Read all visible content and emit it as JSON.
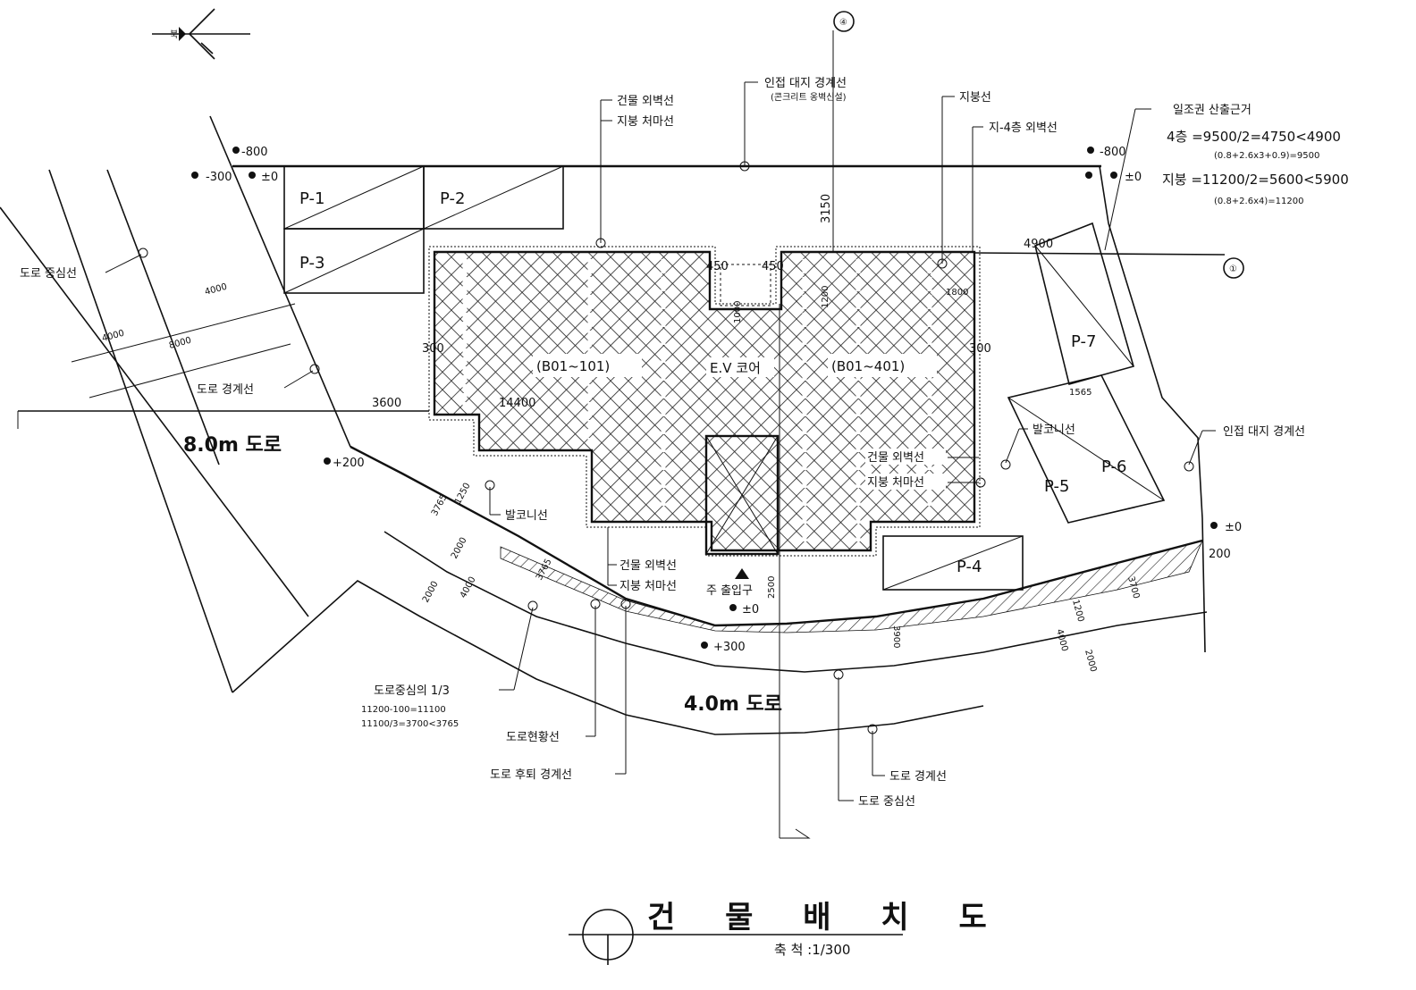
{
  "title": {
    "text": "건 물 배 치 도",
    "scale": "축 척 :1/300"
  },
  "units": {
    "left": "(B01~101)",
    "right": "(B01~401)",
    "core": "E.V 코어"
  },
  "roads": {
    "road_8m": "8.0m 도로",
    "road_4m": "4.0m 도로"
  },
  "parking": [
    "P-1",
    "P-2",
    "P-3",
    "P-4",
    "P-5",
    "P-6",
    "P-7"
  ],
  "callouts": {
    "bldg_wall_1": "건물 외벽선",
    "roof_eave_1": "지붕 처마선",
    "adjacent_boundary_top": "인접 대지 경계선",
    "adjacent_boundary_top_sub": "(콘크리트 옹벽신설)",
    "roof_line": "지붕선",
    "wall_4f": "지-4층 외벽선",
    "sunlight_title": "일조권 산출근거",
    "sunlight_4f": "4층 =9500/2=4750<4900",
    "sunlight_4f_calc": "(0.8+2.6x3+0.9)=9500",
    "sunlight_roof": "지붕 =11200/2=5600<5900",
    "sunlight_roof_calc": "(0.8+2.6x4)=11200",
    "road_center_8m": "도로 중심선",
    "road_boundary_8m": "도로 경계선",
    "adjacent_boundary_right": "인접 대지 경계선",
    "balcony_right": "발코니선",
    "bldg_wall_2": "건물 외벽선",
    "roof_eave_2": "지붕 처마선",
    "balcony_left": "발코니선",
    "bldg_wall_3": "건물 외벽선",
    "roof_eave_3": "지붕 처마선",
    "main_entrance": "주 출입구",
    "road_center_third": "도로중심의 1/3",
    "road_center_third_calc1": "11200-100=11100",
    "road_center_third_calc2": "11100/3=3700<3765",
    "road_current": "도로현황선",
    "road_setback": "도로 후퇴 경계선",
    "road_boundary_4m": "도로 경계선",
    "road_center_4m": "도로 중심선"
  },
  "levels": {
    "l1": "-800",
    "l2": "-300",
    "l3": "±0",
    "l4": "-800",
    "l5": "±0",
    "l6": "+200",
    "l7": "±0",
    "l8": "+300",
    "l9": "±0",
    "l10": "200"
  },
  "dimensions": {
    "d_3150": "3150",
    "d_4900": "4900",
    "d_450a": "450",
    "d_450b": "450",
    "d_1000": "1000",
    "d_1200": "1200",
    "d_1800": "1800",
    "d_300a": "300",
    "d_300b": "300",
    "d_3600": "3600",
    "d_14400": "14400",
    "d_4000a": "4000",
    "d_4000b": "4000",
    "d_8000": "8000",
    "d_1565": "1565",
    "d_3765a": "3765",
    "d_1250": "1250",
    "d_2000a": "2000",
    "d_2000b": "2000",
    "d_4000c": "4000",
    "d_3765b": "3765",
    "d_2500": "2500",
    "d_3900": "3900",
    "d_4000d": "4000",
    "d_2000c": "2000",
    "d_1200b": "1200",
    "d_3700": "3700"
  },
  "north_arrow": "북",
  "markers": {
    "top": "④",
    "right": "①"
  }
}
